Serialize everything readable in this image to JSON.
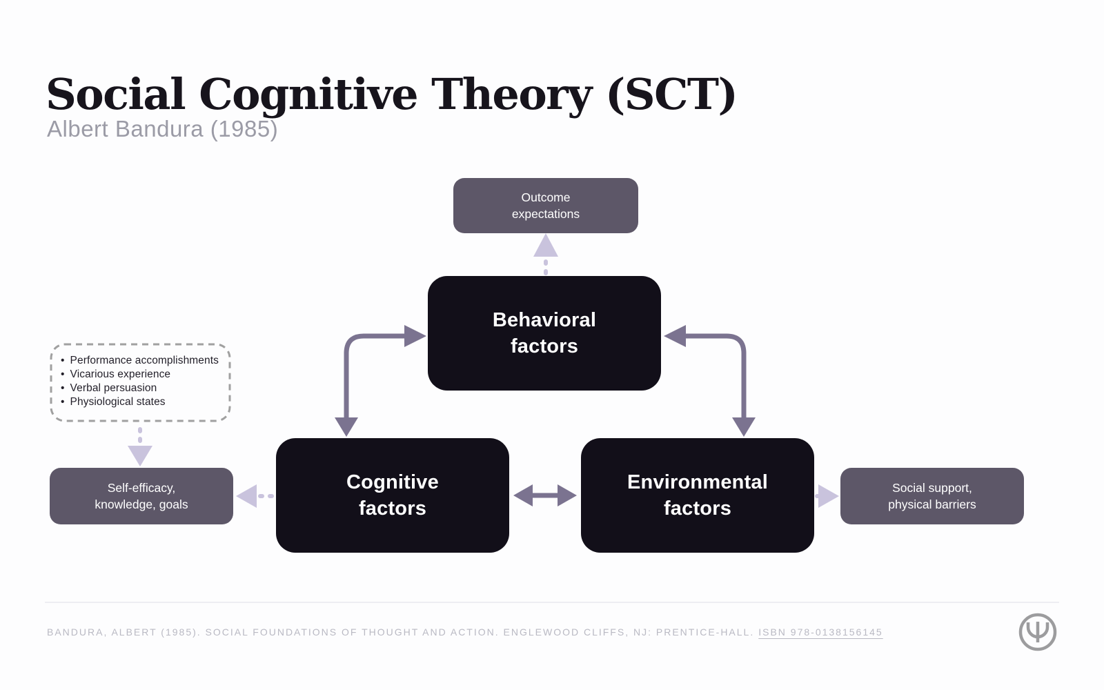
{
  "header": {
    "title": "Social Cognitive Theory (SCT)",
    "subtitle": "Albert Bandura (1985)"
  },
  "diagram": {
    "nodes": {
      "outcome": {
        "line1": "Outcome",
        "line2": "expectations"
      },
      "behavioral": {
        "line1": "Behavioral",
        "line2": "factors"
      },
      "cognitive": {
        "line1": "Cognitive",
        "line2": "factors"
      },
      "environmental": {
        "line1": "Environmental",
        "line2": "factors"
      },
      "self_efficacy": {
        "line1": "Self-efficacy,",
        "line2": "knowledge, goals"
      },
      "social_support": {
        "line1": "Social support,",
        "line2": "physical barriers"
      }
    },
    "efficacy_sources": {
      "items": [
        "Performance accomplishments",
        "Vicarious experience",
        "Verbal persuasion",
        "Physiological states"
      ]
    },
    "colors": {
      "dark_node": "#120f19",
      "muted_node": "#5d5768",
      "solid_arrow": "#7b7390",
      "dashed_arrow": "#c9c3dd",
      "dashed_border": "#a0a0a0",
      "logo_gray": "#9c9c9e"
    }
  },
  "footer": {
    "citation": "BANDURA, ALBERT (1985). SOCIAL FOUNDATIONS OF THOUGHT AND ACTION. ENGLEWOOD CLIFFS, NJ: PRENTICE-HALL.",
    "isbn_link": "ISBN 978-0138156145",
    "logo": "psi-psychology-logo"
  }
}
